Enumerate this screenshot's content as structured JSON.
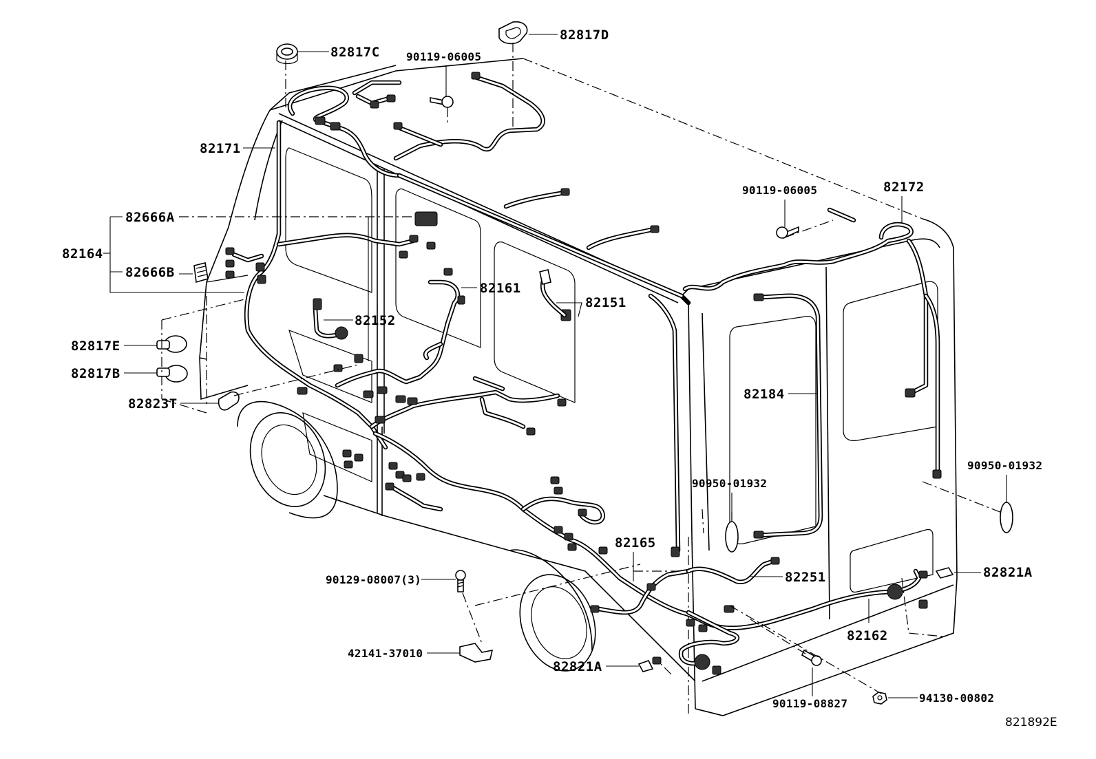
{
  "diagram": {
    "figure_code": "821892E",
    "labels": {
      "p82817C": "82817C",
      "p82817D": "82817D",
      "p90119_06005_top": "90119-06005",
      "p82171": "82171",
      "p90119_06005_right": "90119-06005",
      "p82172": "82172",
      "p82666A": "82666A",
      "p82164": "82164",
      "p82666B": "82666B",
      "p82161": "82161",
      "p82151": "82151",
      "p82152": "82152",
      "p82817E": "82817E",
      "p82817B": "82817B",
      "p82823T": "82823T",
      "p82184": "82184",
      "p90950_01932_mid": "90950-01932",
      "p90950_01932_right": "90950-01932",
      "p82165": "82165",
      "p82251": "82251",
      "p82821A_right": "82821A",
      "p90129_08007": "90129-08007(3)",
      "p82162": "82162",
      "p42141_37010": "42141-37010",
      "p82821A_bottom": "82821A",
      "p90119_08827": "90119-08827",
      "p94130_00802": "94130-00802"
    }
  }
}
